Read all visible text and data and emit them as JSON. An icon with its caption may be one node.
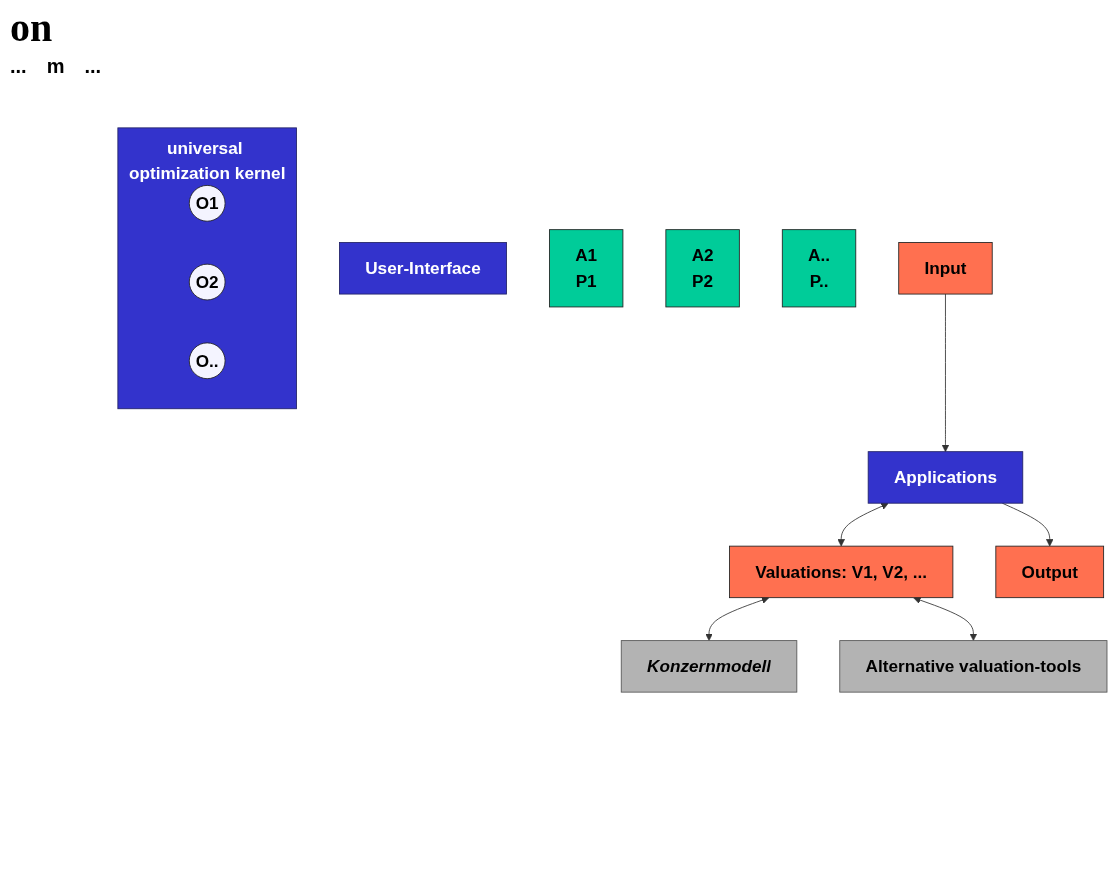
{
  "diagram": {
    "title": "on",
    "nodes": [
      {
        "text": [
          "User-Interface"
        ]
      },
      {
        "text": [
          "universal optimization kernel"
        ]
      },
      {
        "text": [
          "O1"
        ],
        "in": 1
      },
      {
        "text": [
          "O2"
        ],
        "in": 1
      },
      {
        "text": [
          "O.."
        ],
        "in": 1
      },
      {
        "text": [
          "Applications"
        ]
      },
      {
        "text": [
          "A1",
          "P1"
        ]
      },
      {
        "text": [
          "A2",
          "P2"
        ]
      },
      {
        "text": [
          "A..",
          "P.."
        ]
      },
      {
        "text": [
          "Input"
        ]
      },
      {
        "text": [
          "Valuations: V1, V2, ..."
        ]
      },
      {
        "text": [
          "Output"
        ]
      },
      {
        "text": [
          "Konzernmodell"
        ]
      },
      {
        "text": [
          "Alternative valuation-tools"
        ]
      }
    ],
    "edges": [
      {
        "from": 9,
        "to": 5,
        "arrow": "to"
      },
      {
        "from": 5,
        "to": 10,
        "arrow": "both"
      },
      {
        "from": 5,
        "to": 11,
        "arrow": "to"
      },
      {
        "from": 10,
        "to": 12,
        "arrow": "both"
      },
      {
        "from": 10,
        "to": 13,
        "arrow": "both"
      }
    ],
    "labels": [
      "...",
      "m",
      "..."
    ]
  }
}
